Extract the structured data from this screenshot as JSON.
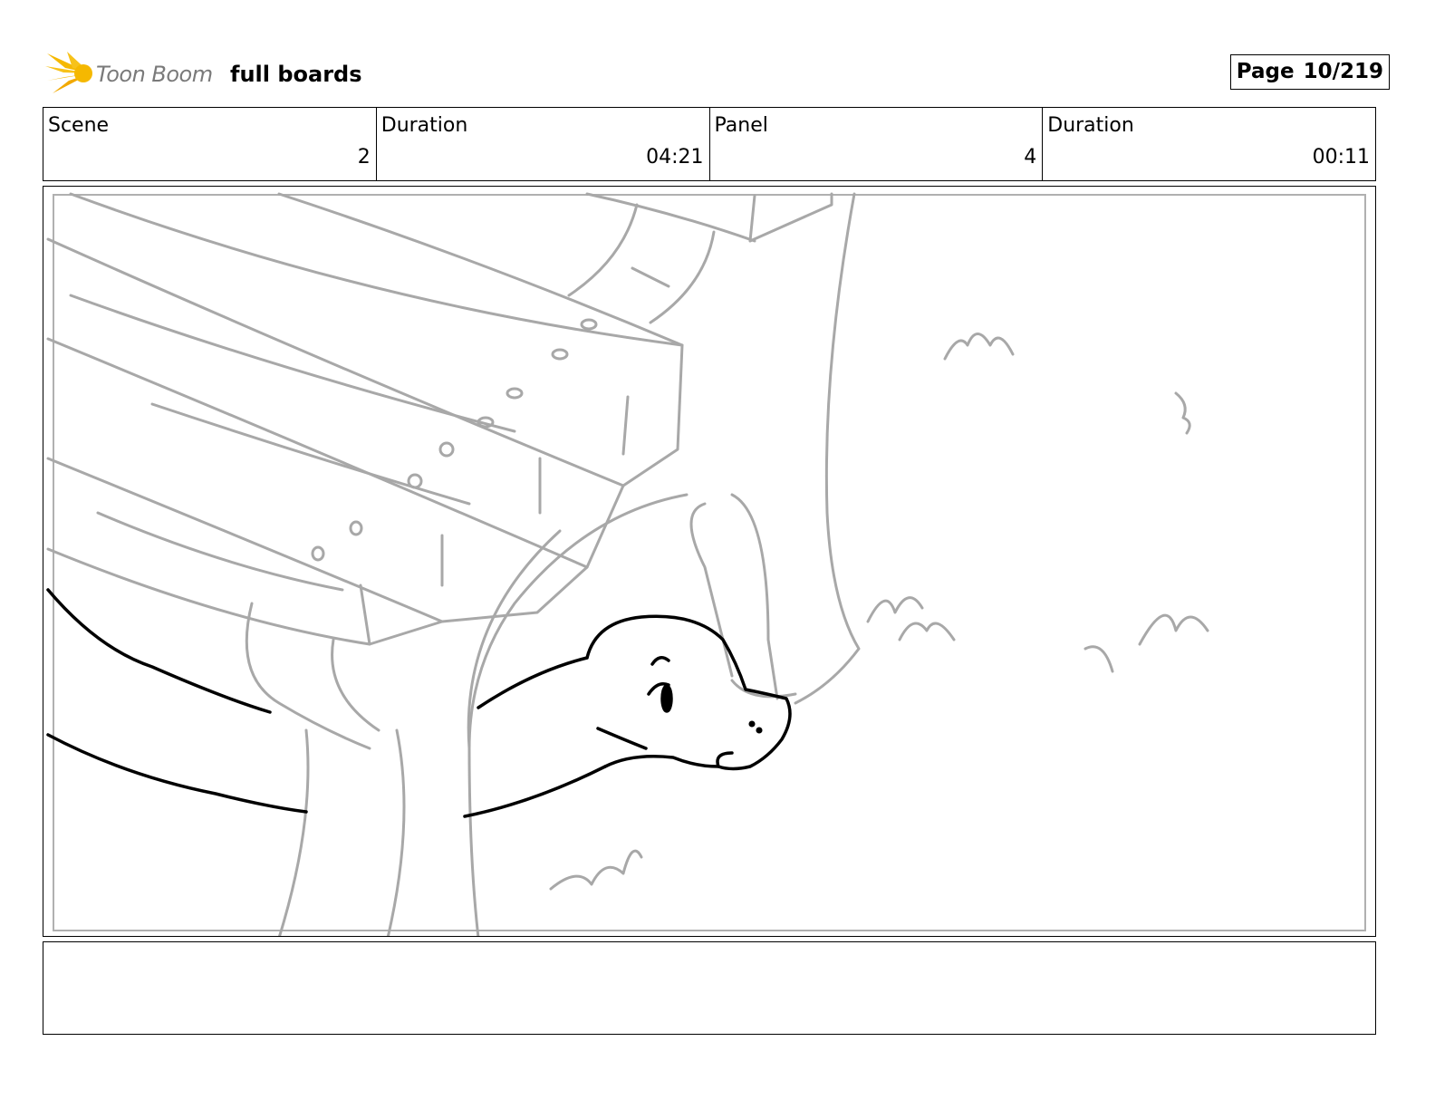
{
  "header": {
    "brand": "Toon Boom",
    "project_title": "full boards",
    "page_label": "Page",
    "page_value": "10/219"
  },
  "info": {
    "scene_label": "Scene",
    "scene_value": "2",
    "scene_duration_label": "Duration",
    "scene_duration_value": "04:21",
    "panel_label": "Panel",
    "panel_value": "4",
    "panel_duration_label": "Duration",
    "panel_duration_value": "00:11"
  },
  "notes": {
    "text": ""
  },
  "colors": {
    "logo_yellow": "#f5b800",
    "sketch_gray": "#a8a8a8",
    "ink_black": "#000000"
  }
}
